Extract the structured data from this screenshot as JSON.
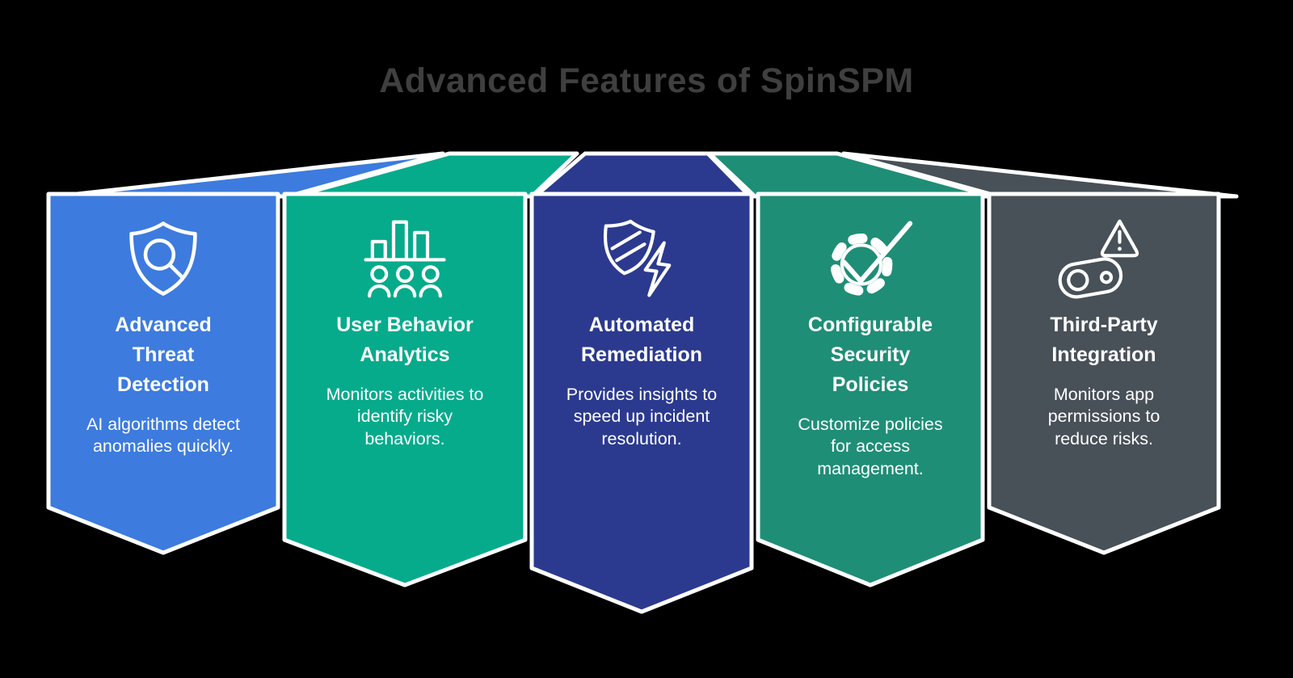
{
  "page": {
    "title": "Advanced Features of SpinSPM",
    "title_style": "color:#3f3f3f",
    "background_color": "#000000",
    "border_color": "#ffffff"
  },
  "cards": [
    {
      "title": "Advanced Threat Detection",
      "description": "AI algorithms detect anomalies quickly.",
      "color": "#3d7bde",
      "icon": "shield-magnifier"
    },
    {
      "title": "User Behavior Analytics",
      "description": "Monitors activities to identify risky behaviors.",
      "color": "#06ab8b",
      "icon": "bar-chart-people"
    },
    {
      "title": "Automated Remediation",
      "description": "Provides insights to speed up incident resolution.",
      "color": "#2b3a8e",
      "icon": "shield-lightning"
    },
    {
      "title": "Configurable Security Policies",
      "description": "Customize policies for access management.",
      "color": "#1f8e76",
      "icon": "gear-checkmark"
    },
    {
      "title": "Third-Party Integration",
      "description": "Monitors app permissions to reduce risks.",
      "color": "#485058",
      "icon": "warning-link"
    }
  ]
}
